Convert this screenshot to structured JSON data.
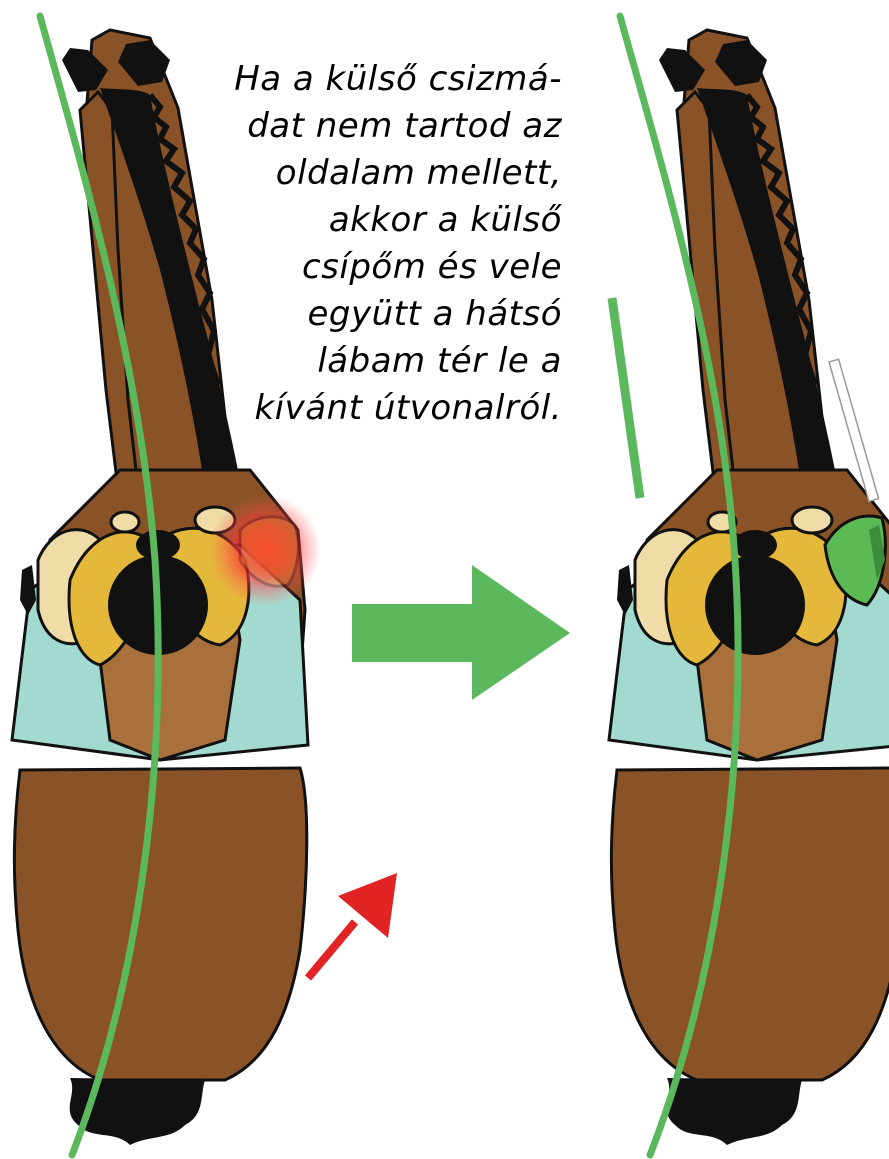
{
  "caption": {
    "lines": [
      "Ha a külső csizmá-",
      "dat nem tartod az",
      "oldalam mellett,",
      "akkor a külső",
      "csípőm és vele",
      "együtt a hátsó",
      "lábam tér le a",
      "kívánt útvonalról."
    ]
  },
  "colors": {
    "horse_brown": "#8a5227",
    "saddle_pad": "#a3dad0",
    "rider_back": "#a9703c",
    "thigh_yellow": "#e4b83b",
    "knee_cream": "#efdca7",
    "outside_leg_green": "#5bba54",
    "path_green": "#5cb85c",
    "warning_red": "#e02323",
    "outline": "#111111"
  },
  "icons": {
    "direction_arrow": "right-arrow-icon",
    "warning_arrow": "diagonal-arrow-icon"
  }
}
